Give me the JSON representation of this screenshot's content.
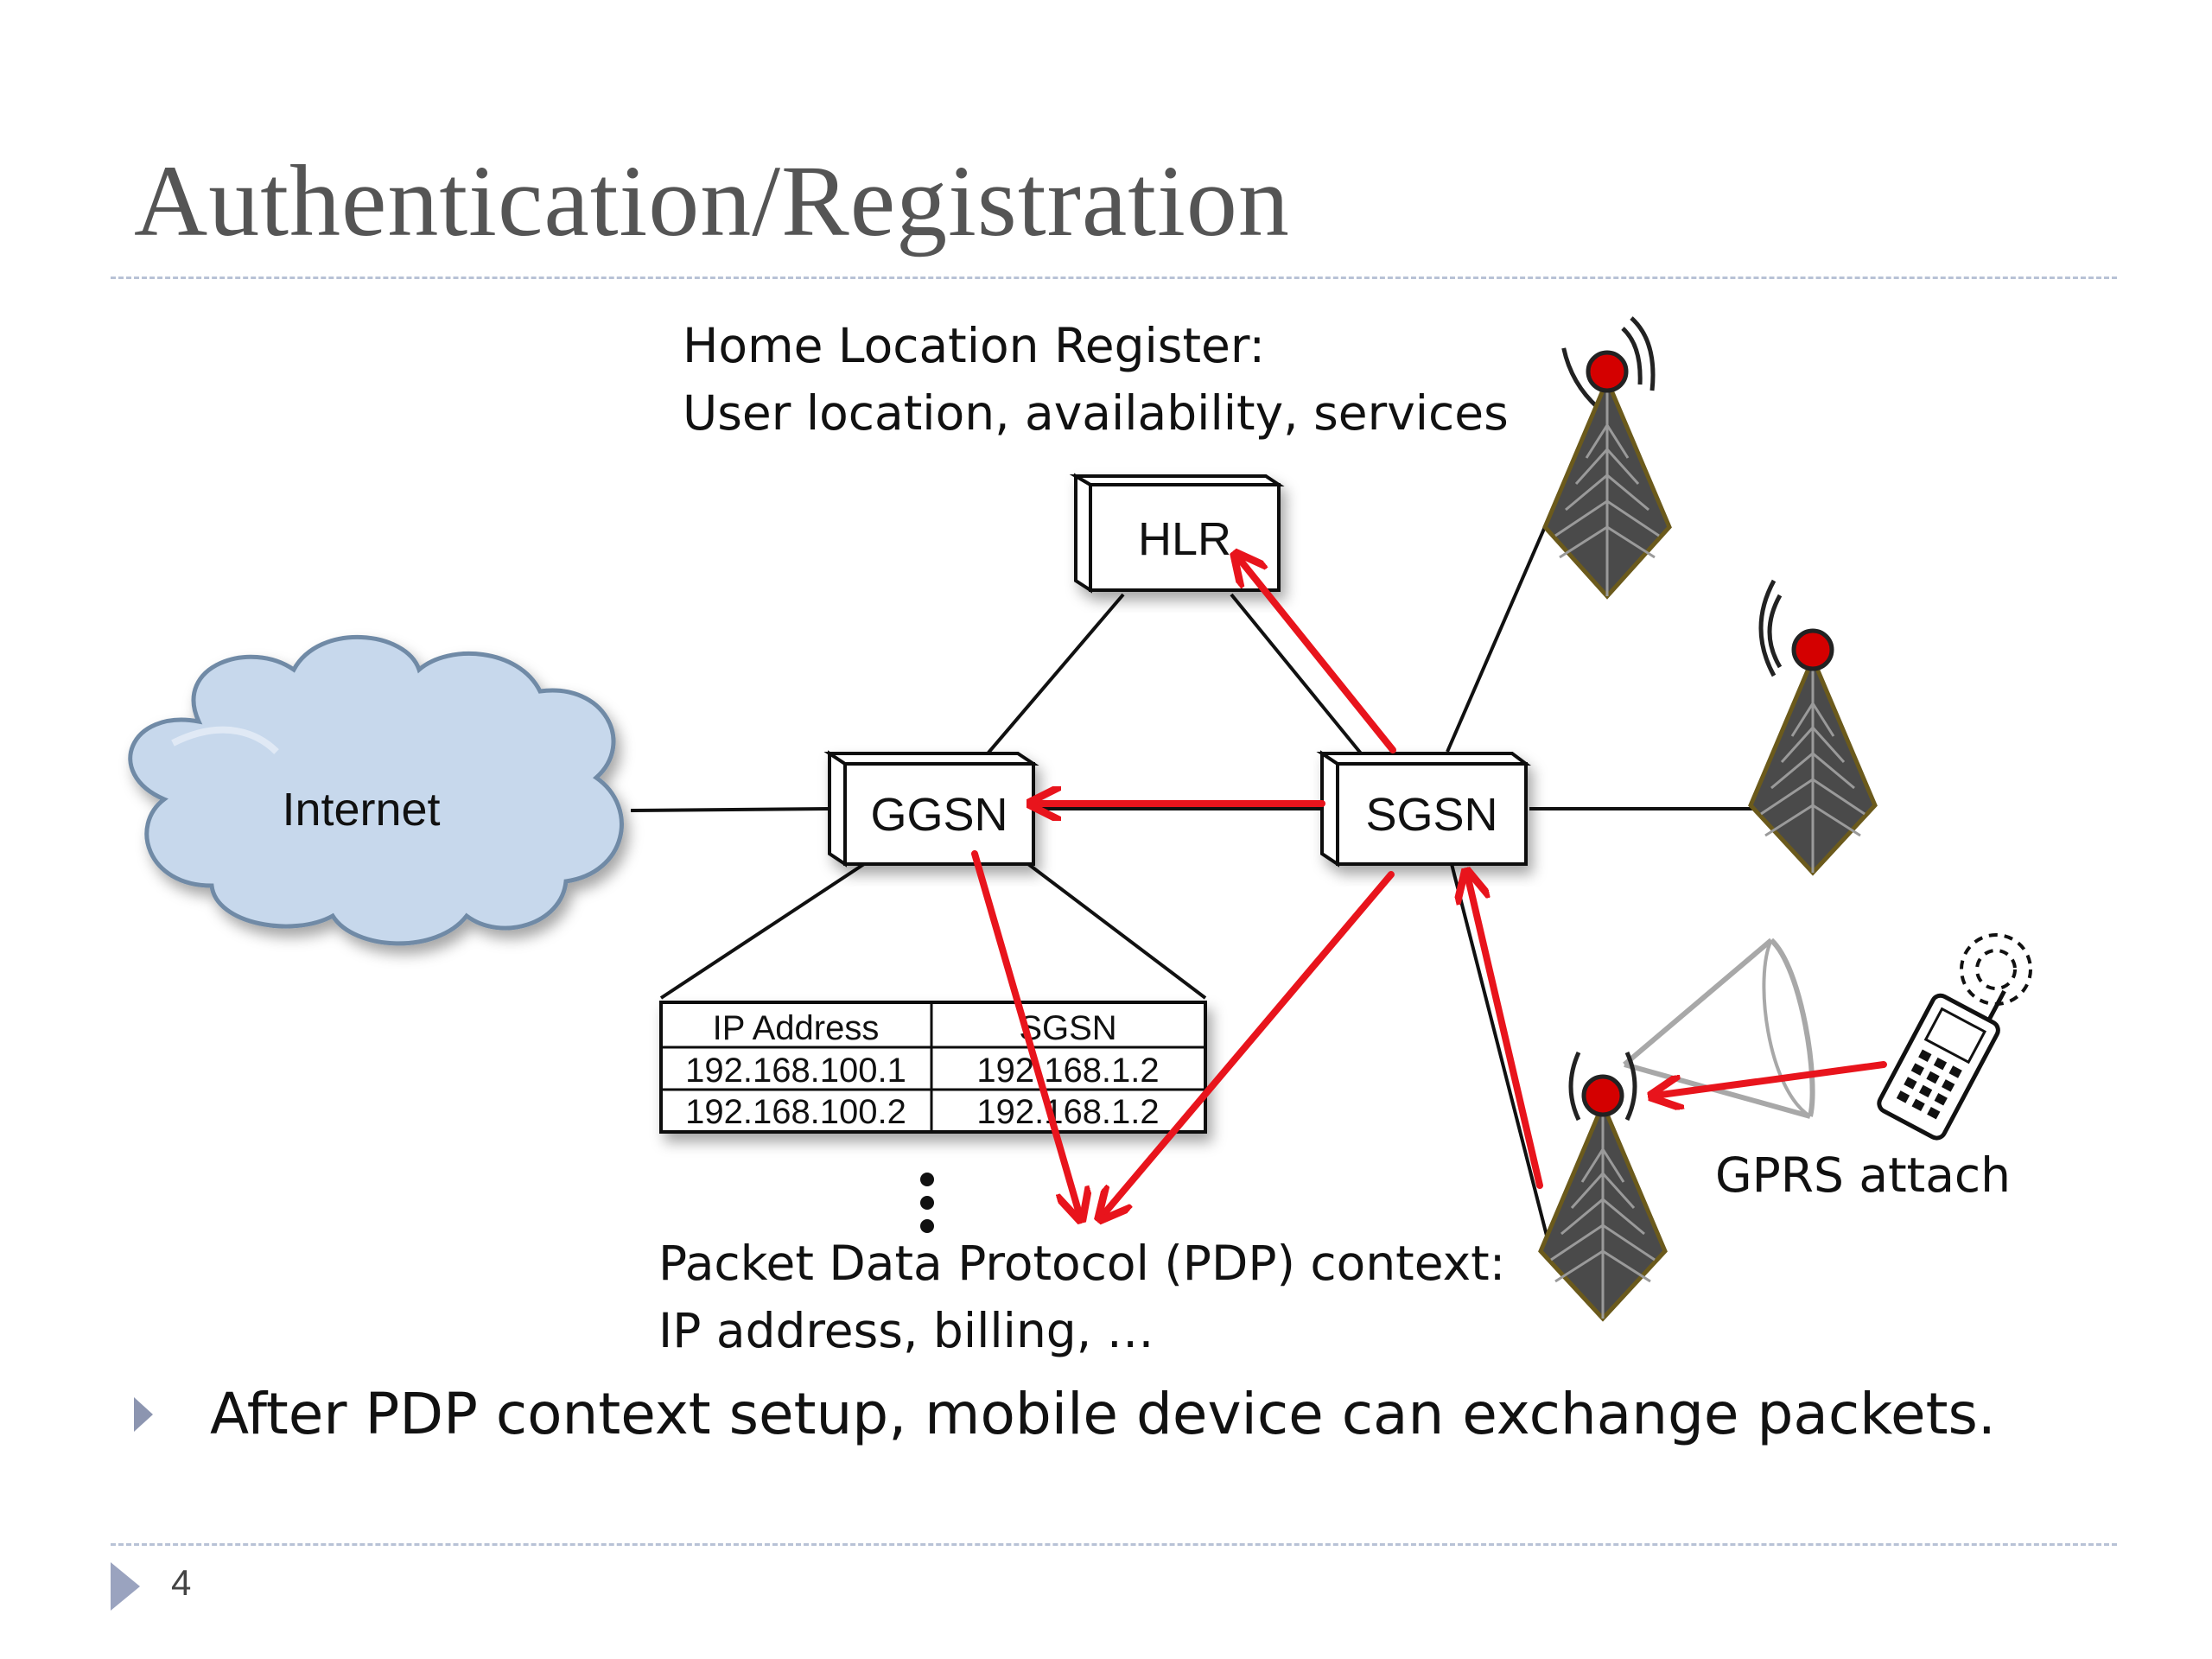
{
  "slide": {
    "title": "Authentication/Registration",
    "page_number": "4",
    "bullet": "After PDP context setup, mobile device can exchange packets."
  },
  "diagram": {
    "hlr_caption_line1": "Home Location Register:",
    "hlr_caption_line2": "User location, availability, services",
    "internet_label": "Internet",
    "hlr_label": "HLR",
    "ggsn_label": "GGSN",
    "sgsn_label": "SGSN",
    "pdp_caption_line1": "Packet Data Protocol (PDP) context:",
    "pdp_caption_line2": "IP address, billing, …",
    "gprs_label": "GPRS attach",
    "table": {
      "headers": [
        "IP Address",
        "SGSN"
      ],
      "rows": [
        [
          "192.168.100.1",
          "192.168.1.2"
        ],
        [
          "192.168.100.2",
          "192.168.1.2"
        ]
      ]
    }
  },
  "colors": {
    "arrow": "#e8141c",
    "cloud_fill": "#c7d8ec",
    "cloud_stroke": "#6f8aa6",
    "tower_fill": "#4a4a4a",
    "tower_light": "#d40000"
  }
}
